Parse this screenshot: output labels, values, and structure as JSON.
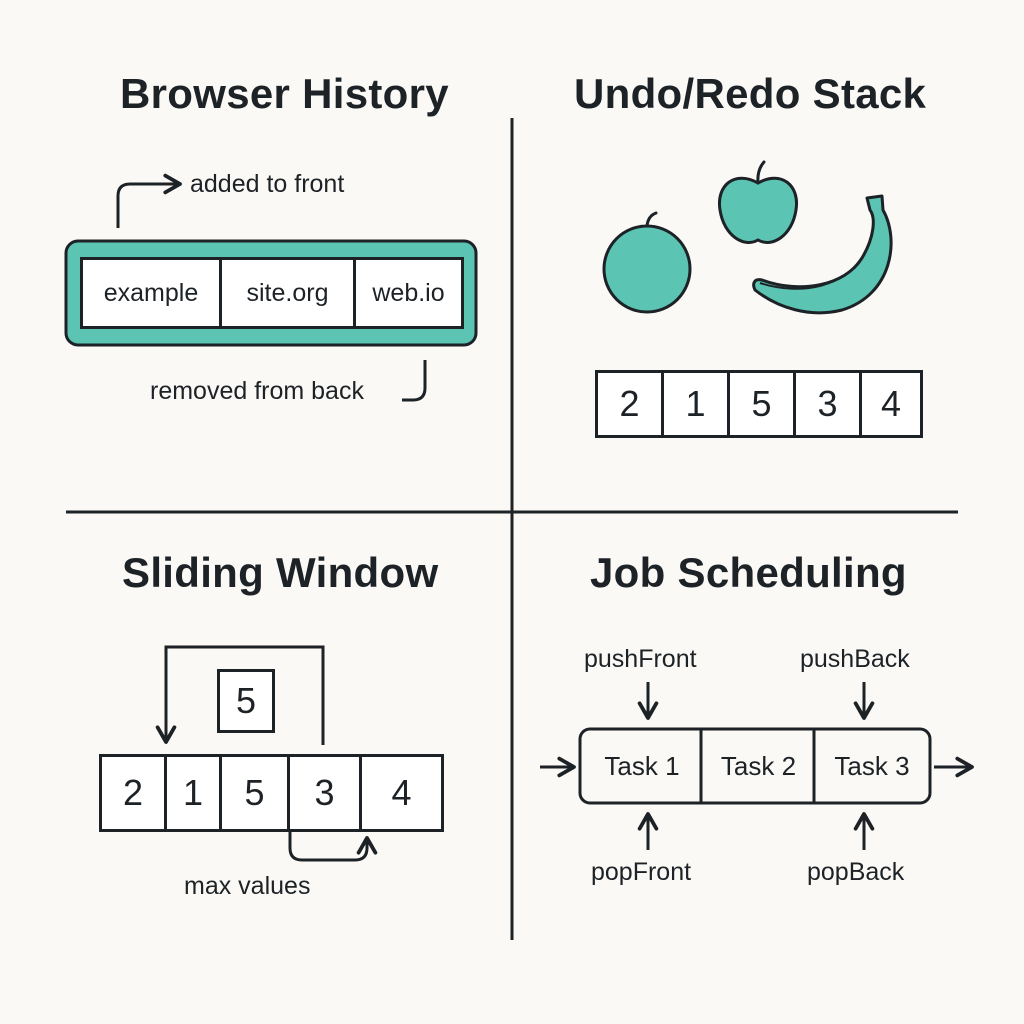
{
  "colors": {
    "accent": "#5bc4b2",
    "ink": "#1d2227",
    "background": "#faf9f5"
  },
  "quadrants": {
    "browser_history": {
      "title": "Browser History",
      "cells": [
        "example",
        "site.org",
        "web.io"
      ],
      "added_label": "added to front",
      "removed_label": "removed from back"
    },
    "undo_redo": {
      "title": "Undo/Redo Stack",
      "icons": [
        "orange-icon",
        "apple-icon",
        "banana-icon"
      ],
      "cells": [
        "2",
        "1",
        "5",
        "3",
        "4"
      ]
    },
    "sliding_window": {
      "title": "Sliding Window",
      "window_value": "5",
      "cells": [
        "2",
        "1",
        "5",
        "3",
        "4"
      ],
      "caption": "max values"
    },
    "job_scheduling": {
      "title": "Job Scheduling",
      "tasks": [
        "Task 1",
        "Task 2",
        "Task 3"
      ],
      "push_front": "pushFront",
      "push_back": "pushBack",
      "pop_front": "popFront",
      "pop_back": "popBack"
    }
  }
}
